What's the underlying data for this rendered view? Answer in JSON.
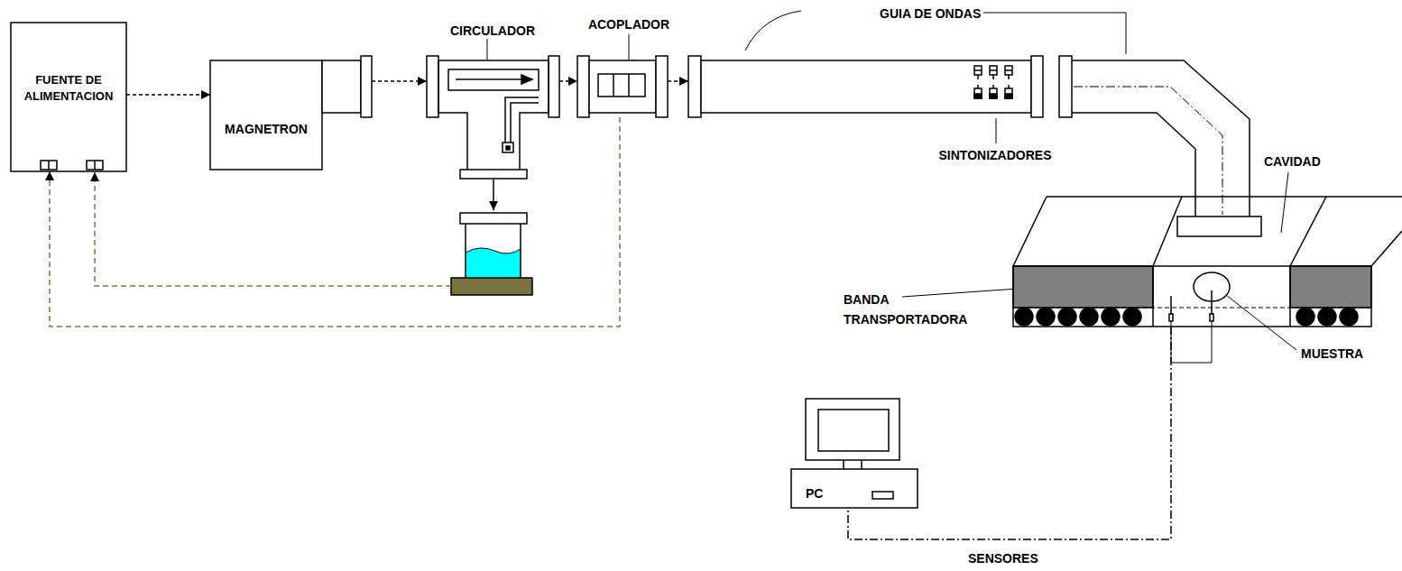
{
  "diagram": {
    "nodes": [
      {
        "text": [
          "FUENTE DE ALIMENTACION"
        ]
      },
      {
        "text": [
          "MAGNETRON"
        ]
      },
      {
        "text": [
          "CIRCULADOR"
        ]
      },
      {
        "text": [
          "ACOPLADOR"
        ]
      },
      {
        "text": [
          "GUIA DE ONDAS"
        ]
      },
      {
        "text": [
          "CAVIDAD"
        ]
      },
      {
        "text": [
          "PC"
        ]
      }
    ],
    "edges": [
      {
        "from": 0,
        "to": 1,
        "arrow": "to"
      },
      {
        "from": 1,
        "to": 2,
        "arrow": "to"
      },
      {
        "from": 2,
        "to": 3,
        "arrow": "to"
      },
      {
        "from": 3,
        "to": 4,
        "arrow": "to"
      },
      {
        "from": 3,
        "to": 0,
        "arrow": "to"
      },
      {
        "from": 5,
        "to": 6,
        "label": "SENSORES",
        "arrow": "none"
      }
    ],
    "labels": [
      "SINTONIZADORES",
      "BANDA TRANSPORTADORA",
      "MUESTRA"
    ]
  }
}
